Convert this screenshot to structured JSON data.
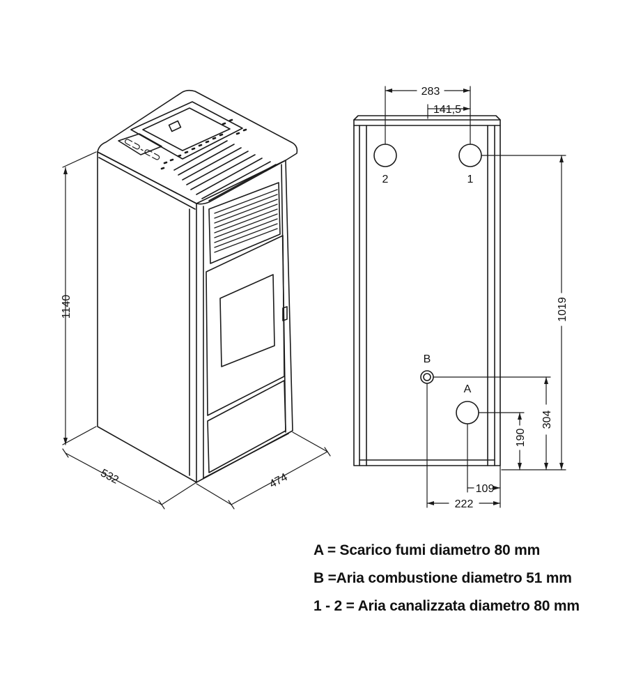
{
  "colors": {
    "line": "#1a1a1a",
    "text": "#111111",
    "background": "#ffffff"
  },
  "dimensions": {
    "height_total": "1140",
    "depth": "532",
    "width": "474",
    "outlet_spacing": "283",
    "outlet_half_spacing": "141,5",
    "outlet_height": "1019",
    "b_height": "304",
    "a_height": "190",
    "a_offset": "109",
    "b_offset": "222"
  },
  "labels": {
    "outlet_2": "2",
    "outlet_1": "1",
    "inlet_b": "B",
    "outlet_a": "A"
  },
  "legend": {
    "line_a": "A = Scarico fumi diametro 80 mm",
    "line_b": "B =Aria combustione diametro 51 mm",
    "line_12": "1 - 2 = Aria canalizzata diametro 80 mm"
  }
}
